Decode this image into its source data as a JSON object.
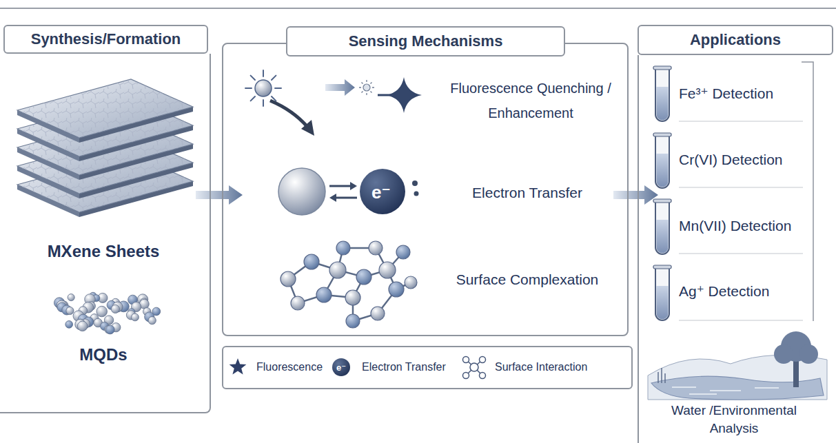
{
  "diagram": {
    "nodes": [
      {
        "text": [
          "Synthesis/Formation"
        ]
      },
      {
        "text": [
          "MXene Sheets"
        ],
        "in": 0
      },
      {
        "text": [
          "MQDs"
        ],
        "in": 0
      },
      {
        "text": [
          "Sensing Mechanisms"
        ]
      },
      {
        "text": [
          "Fluorescence Quenching / Enhancement"
        ],
        "in": 3
      },
      {
        "text": [
          "Electron Transfer"
        ],
        "in": 3
      },
      {
        "text": [
          "Surface Complexation"
        ],
        "in": 3
      },
      {
        "text": [
          "Applications"
        ]
      },
      {
        "text": [
          "Fe³⁺ Detection"
        ],
        "in": 7
      },
      {
        "text": [
          "Cr(VI) Detection"
        ],
        "in": 7
      },
      {
        "text": [
          "Mn(VII) Detection"
        ],
        "in": 7
      },
      {
        "text": [
          "Ag⁺ Detection"
        ],
        "in": 7
      },
      {
        "text": [
          "Water /Environmental Analysis"
        ],
        "in": 7
      }
    ],
    "edges": [
      {
        "from": 0,
        "to": 3,
        "arrow": "to"
      },
      {
        "from": 3,
        "to": 7,
        "arrow": "to"
      }
    ],
    "labels": [
      "e⁻",
      "e⁻"
    ],
    "legend": [
      {
        "text": "Fluorescence"
      },
      {
        "text": "Electron Transfer"
      },
      {
        "text": "Surface Interaction"
      }
    ]
  }
}
